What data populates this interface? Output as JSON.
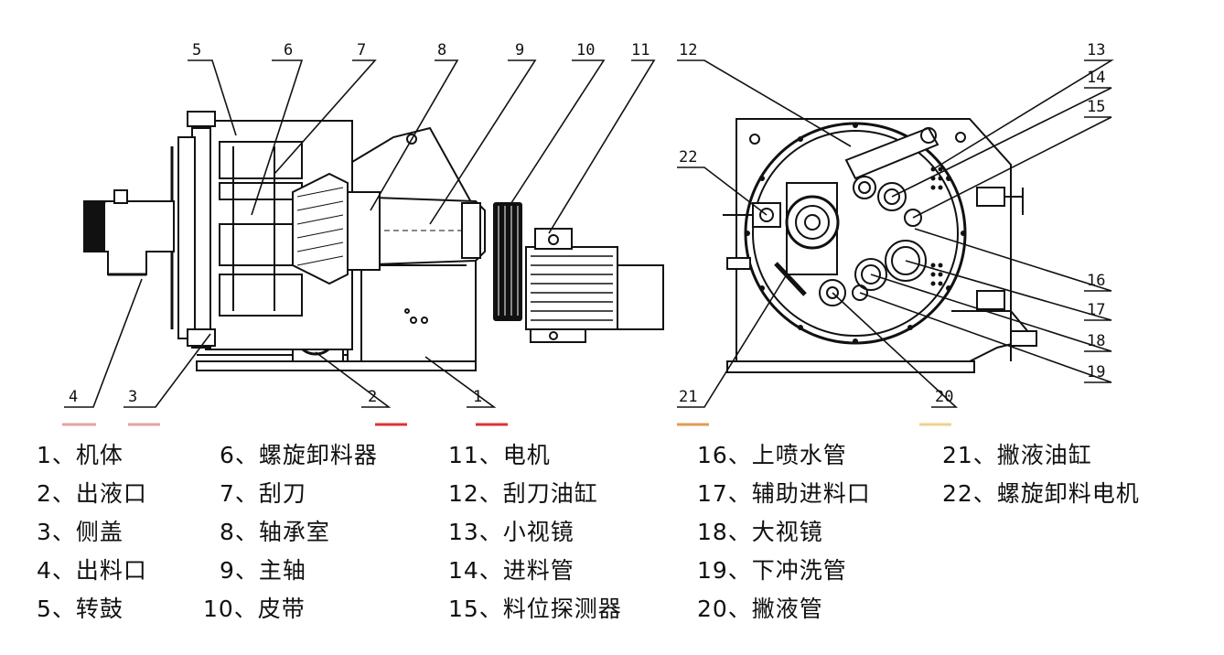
{
  "callouts": [
    {
      "id": "1",
      "label": "1"
    },
    {
      "id": "2",
      "label": "2"
    },
    {
      "id": "3",
      "label": "3"
    },
    {
      "id": "4",
      "label": "4"
    },
    {
      "id": "5",
      "label": "5"
    },
    {
      "id": "6",
      "label": "6"
    },
    {
      "id": "7",
      "label": "7"
    },
    {
      "id": "8",
      "label": "8"
    },
    {
      "id": "9",
      "label": "9"
    },
    {
      "id": "10",
      "label": "10"
    },
    {
      "id": "11",
      "label": "11"
    },
    {
      "id": "12",
      "label": "12"
    },
    {
      "id": "13",
      "label": "13"
    },
    {
      "id": "14",
      "label": "14"
    },
    {
      "id": "15",
      "label": "15"
    },
    {
      "id": "16",
      "label": "16"
    },
    {
      "id": "17",
      "label": "17"
    },
    {
      "id": "18",
      "label": "18"
    },
    {
      "id": "19",
      "label": "19"
    },
    {
      "id": "20",
      "label": "20"
    },
    {
      "id": "21",
      "label": "21"
    },
    {
      "id": "22",
      "label": "22"
    }
  ],
  "legend": [
    {
      "num": "1",
      "text": "1、机体"
    },
    {
      "num": "2",
      "text": "2、出液口"
    },
    {
      "num": "3",
      "text": "3、侧盖"
    },
    {
      "num": "4",
      "text": "4、出料口"
    },
    {
      "num": "5",
      "text": "5、转鼓"
    },
    {
      "num": "6",
      "text": "6、螺旋卸料器"
    },
    {
      "num": "7",
      "text": "7、刮刀"
    },
    {
      "num": "8",
      "text": "8、轴承室"
    },
    {
      "num": "9",
      "text": "9、主轴"
    },
    {
      "num": "10",
      "text": "10、皮带"
    },
    {
      "num": "11",
      "text": "11、电机"
    },
    {
      "num": "12",
      "text": "12、刮刀油缸"
    },
    {
      "num": "13",
      "text": "13、小视镜"
    },
    {
      "num": "14",
      "text": "14、进料管"
    },
    {
      "num": "15",
      "text": "15、料位探测器"
    },
    {
      "num": "16",
      "text": "16、上喷水管"
    },
    {
      "num": "17",
      "text": "17、辅助进料口"
    },
    {
      "num": "18",
      "text": "18、大视镜"
    },
    {
      "num": "19",
      "text": "19、下冲洗管"
    },
    {
      "num": "20",
      "text": "20、撇液管"
    },
    {
      "num": "21",
      "text": "21、撇液油缸"
    },
    {
      "num": "22",
      "text": "22、螺旋卸料电机"
    }
  ]
}
